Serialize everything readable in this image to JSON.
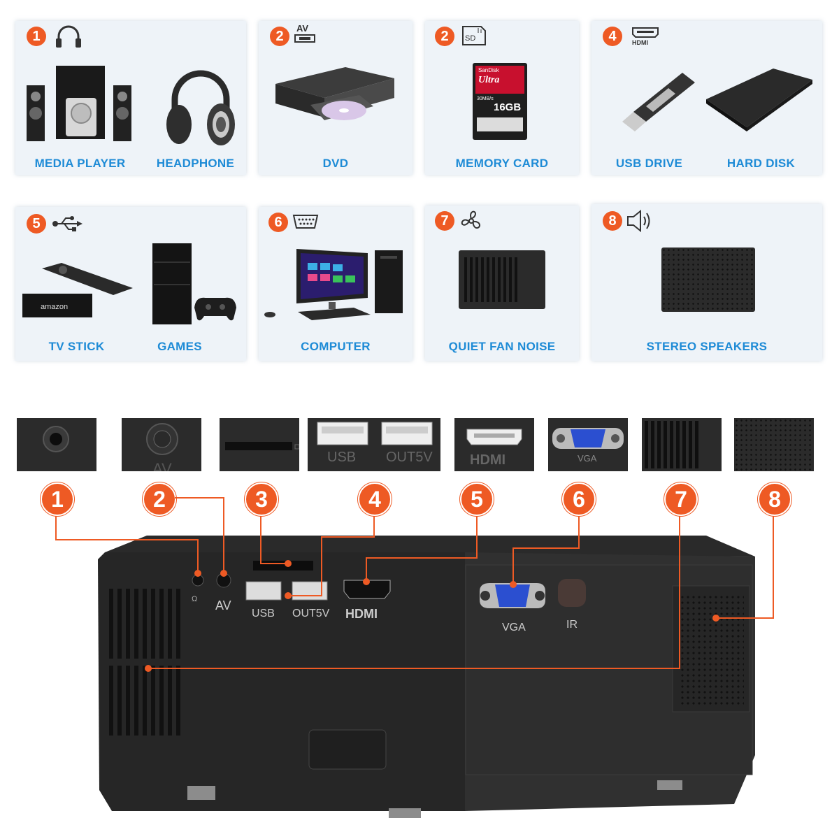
{
  "top_cards": [
    {
      "badge": "1",
      "icon": "headphones-icon",
      "items": [
        "MEDIA PLAYER",
        "HEADPHONE"
      ]
    },
    {
      "badge": "2",
      "icon": "av-icon",
      "icon_text": "AV",
      "items": [
        "DVD"
      ]
    },
    {
      "badge": "2",
      "icon": "sd-card-icon",
      "icon_text": "SD",
      "items": [
        "MEMORY CARD"
      ]
    },
    {
      "badge": "4",
      "icon": "hdmi-icon",
      "icon_text": "HDMI",
      "items": [
        "USB DRIVE",
        "HARD DISK"
      ]
    }
  ],
  "bottom_cards": [
    {
      "badge": "5",
      "icon": "usb-icon",
      "items": [
        "TV STICK",
        "GAMES"
      ]
    },
    {
      "badge": "6",
      "icon": "vga-icon",
      "items": [
        "COMPUTER"
      ]
    },
    {
      "badge": "7",
      "icon": "fan-icon",
      "items": [
        "QUIET FAN NOISE"
      ]
    },
    {
      "badge": "8",
      "icon": "speaker-icon",
      "items": [
        "STEREO SPEAKERS"
      ]
    }
  ],
  "photo_text": {
    "amazon": "amazon",
    "sd_brand": "SanDisk",
    "sd_ultra": "Ultra",
    "sd_size": "16GB",
    "sd_speed": "30MB/s"
  },
  "port_thumbs": [
    {
      "label": "AV"
    },
    {
      "usb": "USB",
      "out": "OUT5V"
    },
    {
      "label": "HDMI"
    },
    {
      "label": "VGA"
    }
  ],
  "callouts": [
    "1",
    "2",
    "3",
    "4",
    "5",
    "6",
    "7",
    "8"
  ],
  "projector_labels": {
    "av": "AV",
    "usb": "USB",
    "out5v": "OUT5V",
    "hdmi": "HDMI",
    "vga": "VGA",
    "ir": "IR"
  },
  "colors": {
    "accent": "#ee5a24",
    "label_blue": "#1e8bd6",
    "card_bg": "#eef3f8",
    "device_dark": "#2b2b2b"
  }
}
